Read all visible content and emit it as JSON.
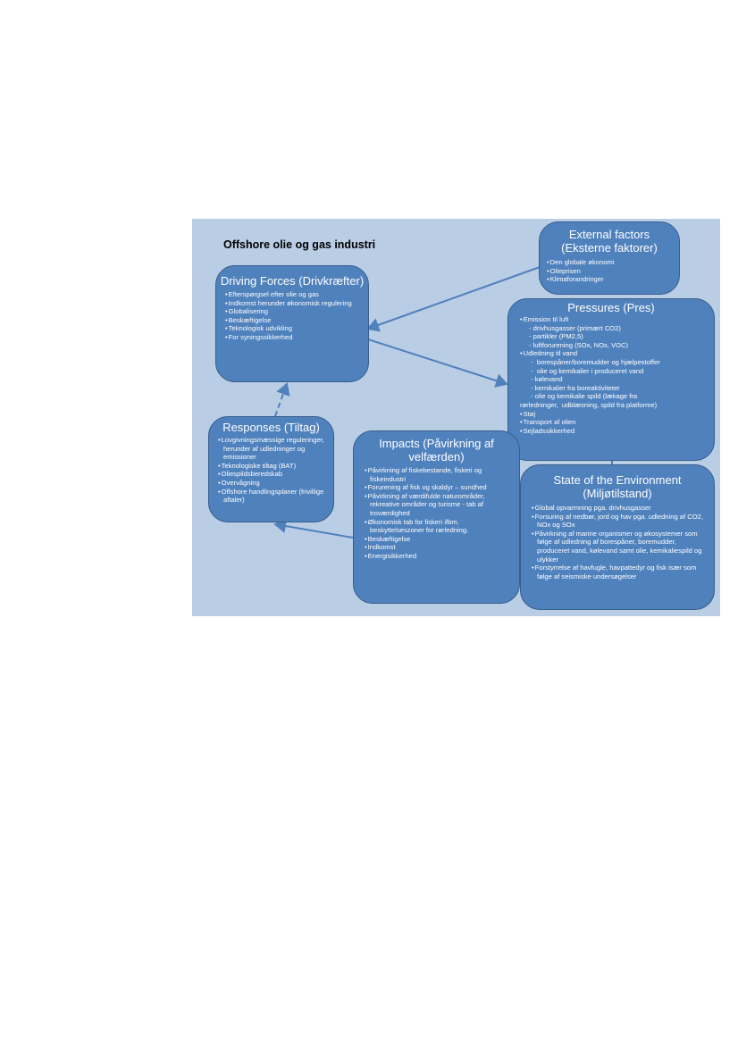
{
  "diagram_title": "Offshore olie og gas industri",
  "external": {
    "head": "External factors (Eksterne faktorer)",
    "items": [
      "Den globale økonomi",
      "Olieprisen",
      "Klimaforandringer"
    ]
  },
  "driving": {
    "head": "Driving Forces (Drivkræfter)",
    "items": [
      "Efterspørgsel efter olie og gas",
      "Indkomst herunder økonomisk regulering",
      "Globalisering",
      "Beskæftigelse",
      "Teknologisk udvikling",
      "For syningssikkerhed"
    ]
  },
  "pressures": {
    "head": "Pressures (Pres)",
    "items": [
      {
        "text": "Emission til luft",
        "sub": false
      },
      {
        "text": "- drivhusgasser (primært CO2)",
        "sub": true
      },
      {
        "text": "- partikler (PM2,5)",
        "sub": true
      },
      {
        "text": "- luftforurening (SOx, NOx, VOC)",
        "sub": true
      },
      {
        "text": "Udledning til vand",
        "sub": false
      },
      {
        "text": " -  borespåner/boremudder og hjælpestoffer",
        "sub": true
      },
      {
        "text": " -  olie og kemikalier i produceret vand",
        "sub": true
      },
      {
        "text": " - kølevand",
        "sub": true
      },
      {
        "text": " - kemikalier fra boreaktiviteter",
        "sub": true
      },
      {
        "text": " - olie og kemikalie spild (lækage fra",
        "sub": true
      },
      {
        "text": "rørledninger,  udblæsning, spild fra platforme)",
        "sub": true
      },
      {
        "text": "Støj",
        "sub": false
      },
      {
        "text": "Transport af olien",
        "sub": false
      },
      {
        "text": "Sejladssikkerhed",
        "sub": false
      }
    ]
  },
  "responses": {
    "head": "Responses (Tiltag)",
    "items": [
      "Lovgivningsmæssige reguleringer, herunder af udledninger og emissioner",
      "Teknologiske tiltag (BAT)",
      "Oliespildsberedskab",
      "Overvågning",
      "Offshore handlingsplaner (frivillige aftaler)"
    ]
  },
  "impacts": {
    "head": "Impacts (Påvirkning af velfærden)",
    "items": [
      "Påvirkning af fiskebestande, fiskeri og fiskeindustri",
      "Forurening af fisk og skaldyr – sundhed",
      "Påvirkning af værdifulde naturområder, rekreative områder og turisme - tab af troværdighed",
      "Økonomisk tab for fiskeri ifbm. beskyttelseszoner for rørledning.",
      "Beskæftigelse",
      "Indkomst",
      "Energisikkerhed"
    ]
  },
  "state": {
    "head": "State of the Environment (Miljøtilstand)",
    "items": [
      "Global opvarmning pga. drivhusgasser",
      "Forsuring af nedbør, jord og hav pga. udledning af CO2, NOx og SOx",
      "Påvirkning af marine organismer og økosystemer som følge af udledning af borespåner, boremudder, produceret vand, kølevand samt olie, kemikaliespild og ulykker",
      "Forstyrrelse af havfugle, havpattedyr og fisk især som følge af seismiske undersøgelser"
    ]
  },
  "colors": {
    "background": "#b9cde5",
    "box_fill": "#4f81bd",
    "box_border": "#385d8a",
    "arrow": "#4f81bd"
  }
}
